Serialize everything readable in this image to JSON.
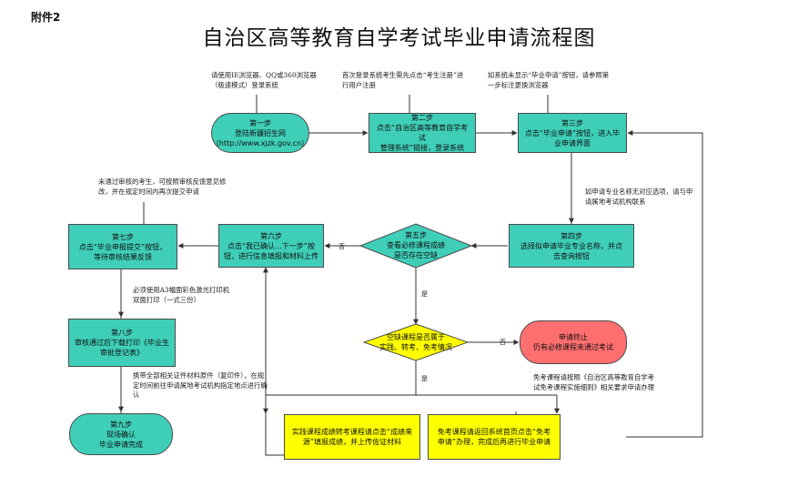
{
  "attachment_label": "附件2",
  "title": "自治区高等教育自学考试毕业申请流程图",
  "notes": {
    "n1": "请使用IE浏览器、QQ或360浏览器（极速模式）登录系统",
    "n2": "首次登录系统考生需先点击“考生注册”进行用户注册",
    "n3": "如系统未显示“毕业申请”按钮，请参照第一步标注更换浏览器",
    "n4": "如申请专业名称无对应选项，请与申请属地考试机构联系",
    "n5": "未通过审核的考生，可按照审核反馈意见修改，并在规定时间内再次提交申请",
    "n6": "必须使用A3幅面彩色激光打印机双面打印（一式三份）",
    "n7": "携带全部相关证件材料原件（复印件），在规定时间前往申请属地考试机构指定地点进行确认",
    "n8": "免考课程请按照《自治区高等教育自学考试免考课程实施细则》相关要求申请办理"
  },
  "steps": {
    "s1": {
      "title": "第一步",
      "l1": "登陆新疆招生网",
      "l2": "（http://www.xjzk.gov.cn）"
    },
    "s2": {
      "title": "第二步",
      "l1": "点击“自治区高等教育自学考试",
      "l2": "管理系统”链接，登录系统"
    },
    "s3": {
      "title": "第三步",
      "l1": "点击“毕业申请”按钮，进入毕",
      "l2": "业申请界面"
    },
    "s4": {
      "title": "第四步",
      "l1": "选择拟申请毕业专业名称，并点",
      "l2": "击查询按钮"
    },
    "s5": {
      "title": "第五步",
      "l1": "查看必修课程成绩",
      "l2": "是否存在空缺"
    },
    "s6": {
      "title": "第六步",
      "l1": "点击“我已确认...下一步”按",
      "l2": "钮，进行信息填报和材料上传"
    },
    "s7": {
      "title": "第七步",
      "l1": "点击“毕业申报提交”按钮，",
      "l2": "等待审核结果反馈"
    },
    "s8": {
      "title": "第八步",
      "l1": "审核通过后下载打印《毕业生",
      "l2": "审批登记表》"
    },
    "s9": {
      "title": "第九步",
      "l1": "现场确认",
      "l2": "毕业申请完成"
    },
    "q": {
      "l1": "空缺课程是否属于",
      "l2": "实践、转考、免考情况"
    },
    "stop": {
      "l1": "申请终止",
      "l2": "仍有必修课程未通过考试"
    },
    "practice": {
      "l1": "实践课程成绩转考课程请点击“成绩来",
      "l2": "源”填报成绩，并上传佐证材料"
    },
    "exempt": {
      "l1": "免考课程请返回系统首页点击“免考",
      "l2": "申请”办理，完成后再进行毕业申请"
    }
  },
  "labels": {
    "no1": "否",
    "yes1": "是",
    "no2": "否",
    "yes2": "是"
  },
  "colors": {
    "teal": "#3fcfb8",
    "yellow": "#ffff00",
    "red": "#ff6f70",
    "line": "#333333"
  }
}
